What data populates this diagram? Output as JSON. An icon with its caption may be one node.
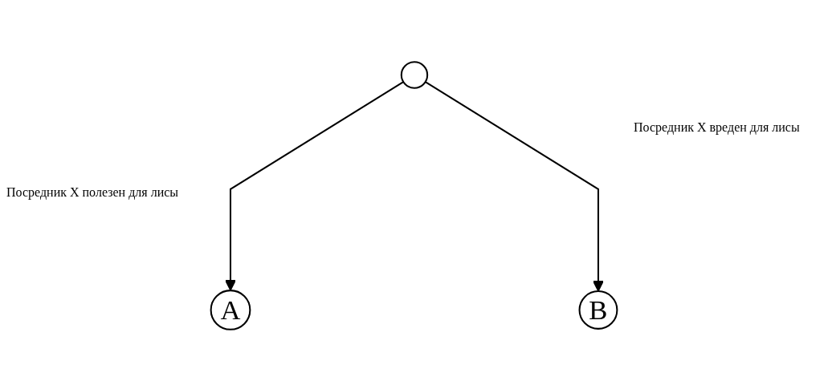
{
  "diagram": {
    "nodes": [
      {
        "text": [],
        "shape": "circle"
      },
      {
        "text": [
          "A"
        ]
      },
      {
        "text": [
          "B"
        ]
      }
    ],
    "edges": [
      {
        "from": 0,
        "to": 1,
        "arrow": "to"
      },
      {
        "from": 0,
        "to": 2,
        "arrow": "to"
      }
    ],
    "labels": [
      "Посредник X полезен для лисы",
      "Посредник X вреден для лисы"
    ]
  }
}
